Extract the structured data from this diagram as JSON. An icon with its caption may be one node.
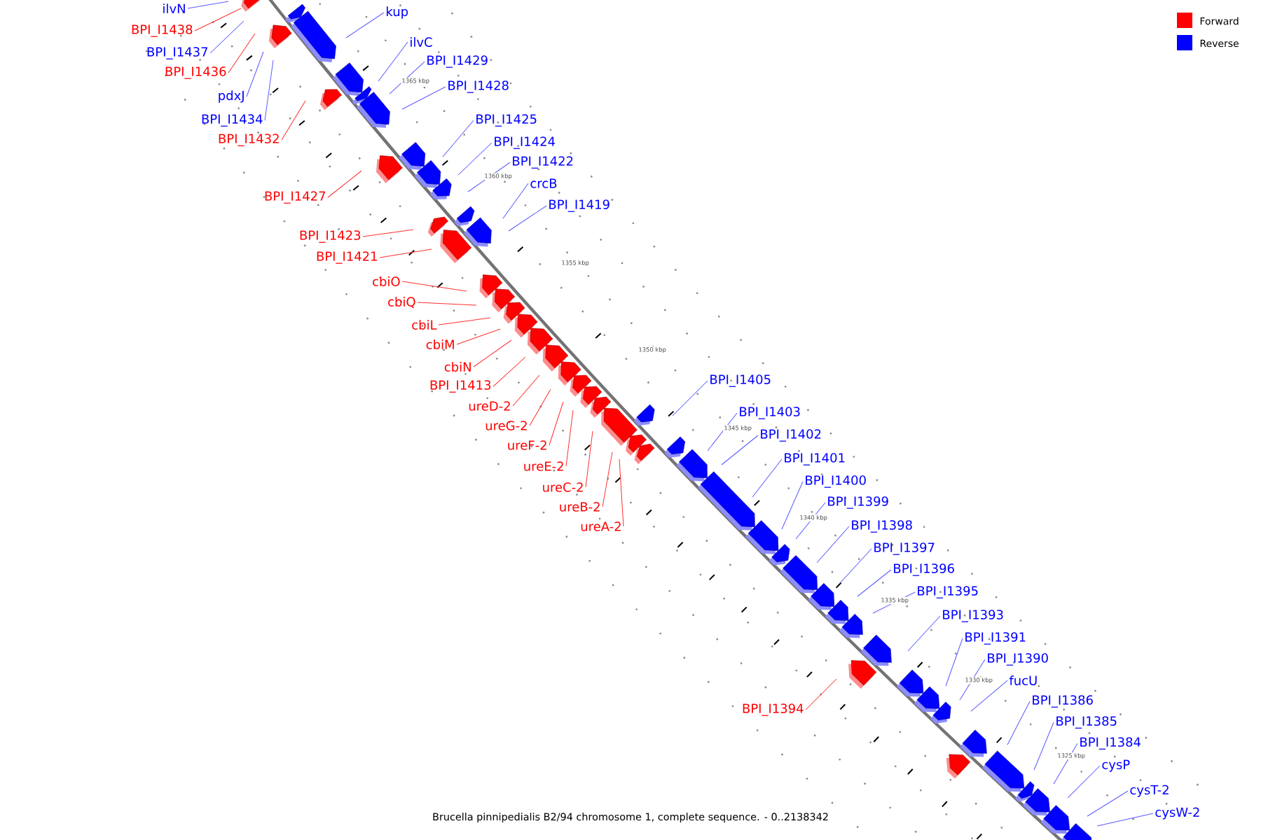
{
  "diagram": {
    "caption": "Brucella pinnipedialis B2/94 chromosome 1, complete sequence. - 0..2138342",
    "nodes": [
      {
        "text": [
          "ilvN"
        ]
      },
      {
        "text": [
          "kup"
        ]
      },
      {
        "text": [
          "BPI_I1438"
        ]
      },
      {
        "text": [
          "ilvC"
        ]
      },
      {
        "text": [
          "BPI_I1437"
        ]
      },
      {
        "text": [
          "BPI_I1429"
        ]
      },
      {
        "text": [
          "BPI_I1436"
        ]
      },
      {
        "text": [
          "BPI_I1428"
        ]
      },
      {
        "text": [
          "pdxJ"
        ]
      },
      {
        "text": [
          "BPI_I1425"
        ]
      },
      {
        "text": [
          "BPI_I1434"
        ]
      },
      {
        "text": [
          "BPI_I1432"
        ]
      },
      {
        "text": [
          "BPI_I1424"
        ]
      },
      {
        "text": [
          "BPI_I1422"
        ]
      },
      {
        "text": [
          "crcB"
        ]
      },
      {
        "text": [
          "BPI_I1427"
        ]
      },
      {
        "text": [
          "BPI_I1419"
        ]
      },
      {
        "text": [
          "BPI_I1423"
        ]
      },
      {
        "text": [
          "BPI_I1421"
        ]
      },
      {
        "text": [
          "cbiO"
        ]
      },
      {
        "text": [
          "cbiQ"
        ]
      },
      {
        "text": [
          "cbiL"
        ]
      },
      {
        "text": [
          "cbiM"
        ]
      },
      {
        "text": [
          "cbiN"
        ]
      },
      {
        "text": [
          "BPI_I1405"
        ]
      },
      {
        "text": [
          "BPI_I1413"
        ]
      },
      {
        "text": [
          "ureD-2"
        ]
      },
      {
        "text": [
          "BPI_I1403"
        ]
      },
      {
        "text": [
          "ureG-2"
        ]
      },
      {
        "text": [
          "BPI_I1402"
        ]
      },
      {
        "text": [
          "ureF-2"
        ]
      },
      {
        "text": [
          "BPI_I1401"
        ]
      },
      {
        "text": [
          "ureE-2"
        ]
      },
      {
        "text": [
          "BPI_I1400"
        ]
      },
      {
        "text": [
          "ureC-2"
        ]
      },
      {
        "text": [
          "BPI_I1399"
        ]
      },
      {
        "text": [
          "ureB-2"
        ]
      },
      {
        "text": [
          "BPI_I1398"
        ]
      },
      {
        "text": [
          "ureA-2"
        ]
      },
      {
        "text": [
          "BPI_I1397"
        ]
      },
      {
        "text": [
          "BPI_I1396"
        ]
      },
      {
        "text": [
          "BPI_I1395"
        ]
      },
      {
        "text": [
          "BPI_I1393"
        ]
      },
      {
        "text": [
          "BPI_I1391"
        ]
      },
      {
        "text": [
          "BPI_I1390"
        ]
      },
      {
        "text": [
          "fucU"
        ]
      },
      {
        "text": [
          "BPI_I1386"
        ]
      },
      {
        "text": [
          "BPI_I1394"
        ]
      },
      {
        "text": [
          "BPI_I1385"
        ]
      },
      {
        "text": [
          "BPI_I1384"
        ]
      },
      {
        "text": [
          "cysP"
        ]
      },
      {
        "text": [
          "cysT-2"
        ]
      },
      {
        "text": [
          "cysW-2"
        ]
      }
    ],
    "edges": [
      {
        "from": 0,
        "to": null,
        "arrow": "none"
      },
      {
        "from": 1,
        "to": null,
        "arrow": "none"
      },
      {
        "from": 2,
        "to": null,
        "arrow": "none",
        "color": "#ff3030"
      },
      {
        "from": 3,
        "to": null,
        "arrow": "none"
      },
      {
        "from": 4,
        "to": null,
        "arrow": "none"
      },
      {
        "from": 5,
        "to": null,
        "arrow": "none"
      },
      {
        "from": 6,
        "to": null,
        "arrow": "none",
        "color": "#ff3030"
      },
      {
        "from": 7,
        "to": null,
        "arrow": "none"
      },
      {
        "from": 8,
        "to": null,
        "arrow": "none"
      },
      {
        "from": 9,
        "to": null,
        "arrow": "none"
      },
      {
        "from": 10,
        "to": null,
        "arrow": "none"
      },
      {
        "from": 11,
        "to": null,
        "arrow": "none",
        "color": "#ff3030"
      },
      {
        "from": 12,
        "to": null,
        "arrow": "none"
      },
      {
        "from": 13,
        "to": null,
        "arrow": "none"
      },
      {
        "from": 14,
        "to": null,
        "arrow": "none"
      },
      {
        "from": 15,
        "to": null,
        "arrow": "none",
        "color": "#ff3030"
      },
      {
        "from": 16,
        "to": null,
        "arrow": "none"
      },
      {
        "from": 17,
        "to": null,
        "arrow": "none",
        "color": "#ff3030"
      },
      {
        "from": 18,
        "to": null,
        "arrow": "none",
        "color": "#ff3030"
      },
      {
        "from": 19,
        "to": null,
        "arrow": "none",
        "color": "#ff3030"
      },
      {
        "from": 20,
        "to": null,
        "arrow": "none",
        "color": "#ff3030"
      },
      {
        "from": 21,
        "to": null,
        "arrow": "none",
        "color": "#ff3030"
      },
      {
        "from": 22,
        "to": null,
        "arrow": "none",
        "color": "#ff3030"
      },
      {
        "from": 23,
        "to": null,
        "arrow": "none",
        "color": "#ff3030"
      },
      {
        "from": 24,
        "to": null,
        "arrow": "none"
      },
      {
        "from": 25,
        "to": null,
        "arrow": "none",
        "color": "#ff3030"
      },
      {
        "from": 26,
        "to": null,
        "arrow": "none",
        "color": "#ff3030"
      },
      {
        "from": 27,
        "to": null,
        "arrow": "none"
      },
      {
        "from": 28,
        "to": null,
        "arrow": "none",
        "color": "#ff3030"
      },
      {
        "from": 29,
        "to": null,
        "arrow": "none"
      },
      {
        "from": 30,
        "to": null,
        "arrow": "none",
        "color": "#ff3030"
      },
      {
        "from": 31,
        "to": null,
        "arrow": "none"
      },
      {
        "from": 32,
        "to": null,
        "arrow": "none",
        "color": "#ff3030"
      },
      {
        "from": 33,
        "to": null,
        "arrow": "none"
      },
      {
        "from": 34,
        "to": null,
        "arrow": "none",
        "color": "#ff3030"
      },
      {
        "from": 35,
        "to": null,
        "arrow": "none"
      },
      {
        "from": 36,
        "to": null,
        "arrow": "none",
        "color": "#ff3030"
      },
      {
        "from": 37,
        "to": null,
        "arrow": "none"
      },
      {
        "from": 38,
        "to": null,
        "arrow": "none",
        "color": "#ff3030"
      },
      {
        "from": 39,
        "to": null,
        "arrow": "none"
      },
      {
        "from": 40,
        "to": null,
        "arrow": "none"
      },
      {
        "from": 41,
        "to": null,
        "arrow": "none"
      },
      {
        "from": 42,
        "to": null,
        "arrow": "none"
      },
      {
        "from": 43,
        "to": null,
        "arrow": "none"
      },
      {
        "from": 44,
        "to": null,
        "arrow": "none"
      },
      {
        "from": 45,
        "to": null,
        "arrow": "none"
      },
      {
        "from": 46,
        "to": null,
        "arrow": "none"
      },
      {
        "from": 47,
        "to": null,
        "arrow": "none",
        "color": "#ff3030"
      },
      {
        "from": 48,
        "to": null,
        "arrow": "none"
      },
      {
        "from": 49,
        "to": null,
        "arrow": "none"
      },
      {
        "from": 50,
        "to": null,
        "arrow": "none"
      },
      {
        "from": 51,
        "to": null,
        "arrow": "none"
      },
      {
        "from": 52,
        "to": null,
        "arrow": "none"
      }
    ],
    "labels": [
      "1365 kbp",
      "1360 kbp",
      "1355 kbp",
      "1350 kbp",
      "1345 kbp",
      "1340 kbp",
      "1335 kbp",
      "1330 kbp",
      "1325 kbp"
    ],
    "legend": [
      {
        "text": "Forward",
        "color": "#ff0000"
      },
      {
        "text": "Reverse",
        "color": "#0000ff"
      }
    ]
  }
}
